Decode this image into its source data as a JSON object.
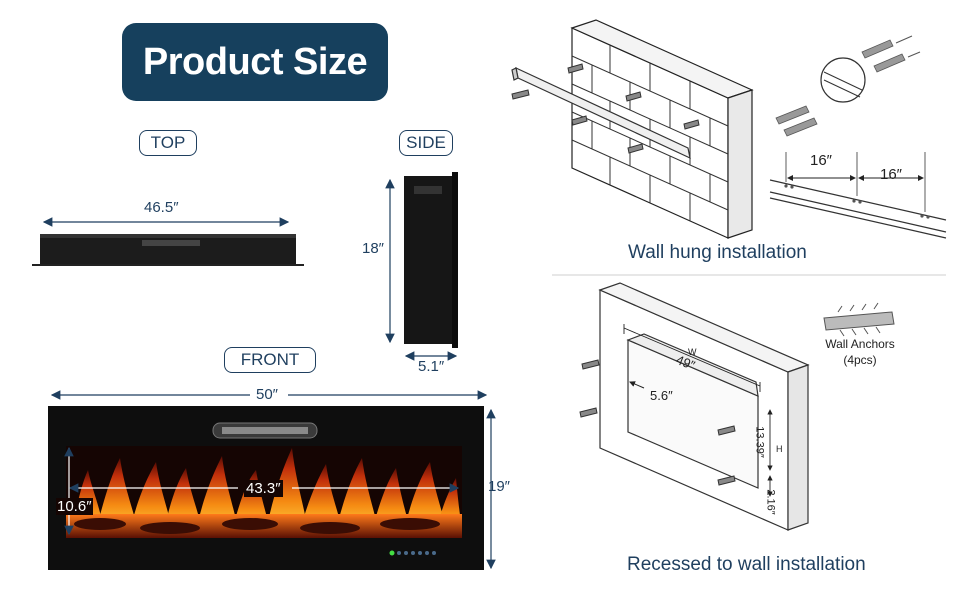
{
  "title": "Product Size",
  "views": {
    "top": {
      "label": "TOP",
      "width_dim": "46.5″"
    },
    "side": {
      "label": "SIDE",
      "height_dim": "18″",
      "depth_dim": "5.1″"
    },
    "front": {
      "label": "FRONT",
      "width_dim": "50″",
      "height_dim": "19″",
      "flame_width_dim": "43.3″",
      "flame_height_dim": "10.6″"
    }
  },
  "wall_hung": {
    "caption": "Wall hung installation",
    "spacing_left": "16″",
    "spacing_right": "16″"
  },
  "recessed": {
    "caption": "Recessed to wall installation",
    "w_letter": "W",
    "width_dim": "49″",
    "depth_dim": "5.6″",
    "h_letter": "H",
    "height_dim": "13.39″",
    "bottom_dim": "2.16″",
    "anchors_label": "Wall Anchors",
    "anchors_count": "(4pcs)"
  },
  "colors": {
    "navy": "#16405d",
    "text": "#1f3f5f",
    "flame_orange": "#f07a10",
    "flame_red": "#b42a0c",
    "body_black": "#111111"
  }
}
